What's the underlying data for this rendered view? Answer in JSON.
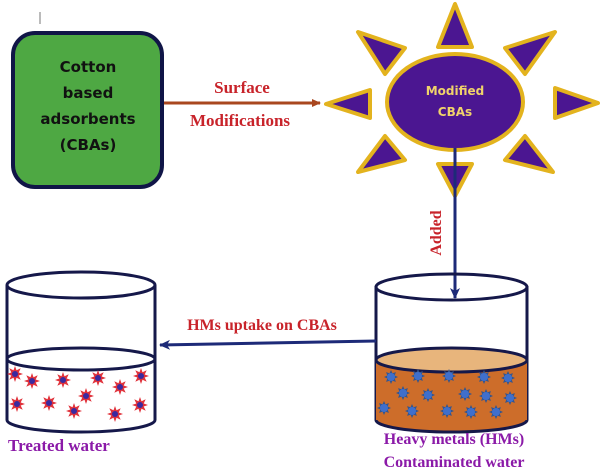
{
  "diagram": {
    "colors": {
      "green_box_fill": "#4ea843",
      "box_border": "#101547",
      "sun_fill": "#4b1691",
      "sun_border": "#e3b31e",
      "sun_text": "#f0d36a",
      "red_text": "#c8232a",
      "arrow_brown": "#a9471f",
      "arrow_navy": "#1d2a78",
      "beaker_line": "#15184a",
      "contaminated_water": "#cd6d2a",
      "contaminated_water_top": "#e8b57c",
      "metal_particle": "#3f6fcc",
      "treated_particle_outer": "#e0313a",
      "treated_particle_inner": "#3a2aa0",
      "purple_text": "#8b1aa8"
    },
    "source_box": {
      "lines": [
        "Cotton",
        "based",
        "adsorbents",
        "(CBAs)"
      ]
    },
    "arrow_surface": {
      "label_top": "Surface",
      "label_bottom": "Modifications"
    },
    "sun": {
      "lines": [
        "Modified",
        "CBAs"
      ]
    },
    "arrow_added": {
      "label": "Added"
    },
    "arrow_uptake": {
      "label": "HMs uptake on CBAs"
    },
    "treated_beaker": {
      "caption": "Treated water"
    },
    "contaminated_beaker": {
      "caption_line1": "Heavy metals (HMs)",
      "caption_line2": "Contaminated water"
    }
  }
}
